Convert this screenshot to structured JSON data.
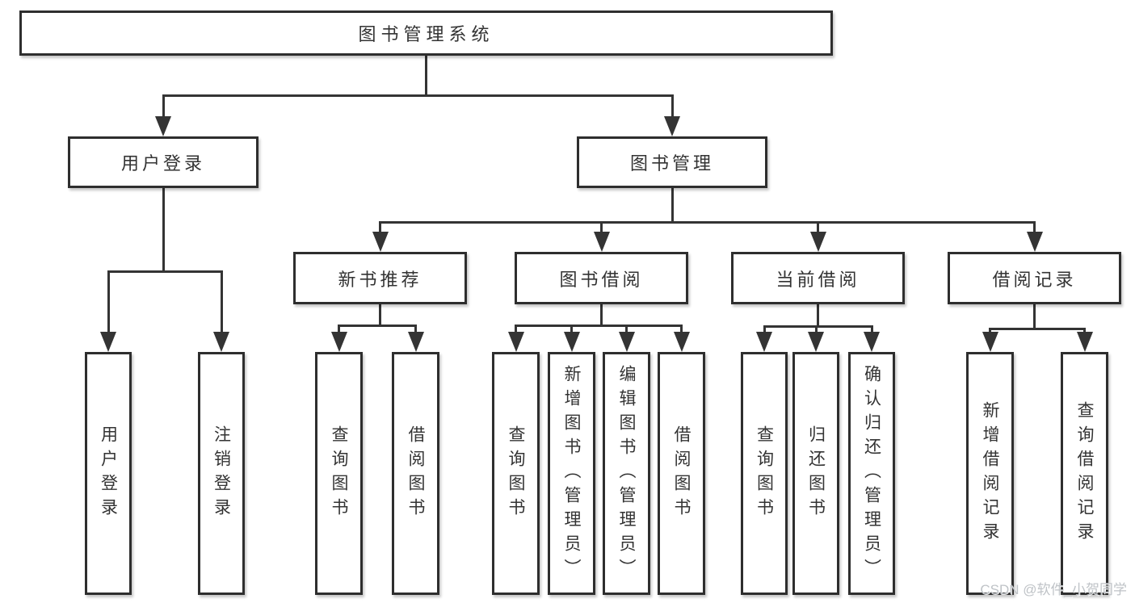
{
  "diagram": {
    "type": "hierarchy-tree",
    "tree": {
      "id": "root",
      "label": "图书管理系统",
      "children": [
        {
          "id": "user-login",
          "label": "用户登录",
          "children": [
            {
              "id": "leaf-user-login",
              "label": "用户登录"
            },
            {
              "id": "leaf-logout",
              "label": "注销登录"
            }
          ]
        },
        {
          "id": "book-mgmt",
          "label": "图书管理",
          "children": [
            {
              "id": "new-book-rec",
              "label": "新书推荐",
              "children": [
                {
                  "id": "leaf-query-book-1",
                  "label": "查询图书"
                },
                {
                  "id": "leaf-borrow-book-1",
                  "label": "借阅图书"
                }
              ]
            },
            {
              "id": "book-borrow",
              "label": "图书借阅",
              "children": [
                {
                  "id": "leaf-query-book-2",
                  "label": "查询图书"
                },
                {
                  "id": "leaf-add-book",
                  "label": "新增图书（管理员）"
                },
                {
                  "id": "leaf-edit-book",
                  "label": "编辑图书（管理员）"
                },
                {
                  "id": "leaf-borrow-book-2",
                  "label": "借阅图书"
                }
              ]
            },
            {
              "id": "current-borrow",
              "label": "当前借阅",
              "children": [
                {
                  "id": "leaf-query-book-3",
                  "label": "查询图书"
                },
                {
                  "id": "leaf-return-book",
                  "label": "归还图书"
                },
                {
                  "id": "leaf-confirm-return",
                  "label": "确认归还（管理员）"
                }
              ]
            },
            {
              "id": "borrow-records",
              "label": "借阅记录",
              "children": [
                {
                  "id": "leaf-add-borrow-record",
                  "label": "新增借阅记录"
                },
                {
                  "id": "leaf-query-borrow-record",
                  "label": "查询借阅记录"
                }
              ]
            }
          ]
        }
      ]
    }
  },
  "watermark": {
    "text": "CSDN @软件_小贺同学"
  },
  "colors": {
    "background": "#ffffff",
    "box_border": "#2e2e2e",
    "line": "#343434",
    "text": "#333333",
    "watermark": "#bfc3c7"
  }
}
